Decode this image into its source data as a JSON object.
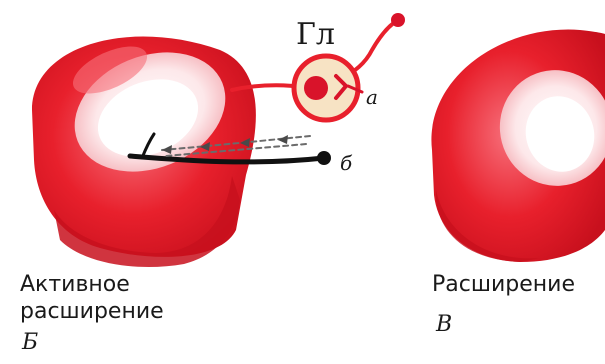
{
  "labels": {
    "ganglion": "Гл",
    "point_a": "а",
    "point_b": "б"
  },
  "captions": {
    "left_line1": "Активное",
    "left_line2": "расширение",
    "left_letter": "Б",
    "right_line1": "Расширение",
    "right_letter": "В"
  },
  "colors": {
    "ring_red": "#e8202c",
    "ring_light": "#f25a66",
    "ganglion_fill": "#f7e3c4",
    "ganglion_core": "#d9132a",
    "nerve_dark": "#111111",
    "arrow_gray": "#6b6b6b"
  }
}
